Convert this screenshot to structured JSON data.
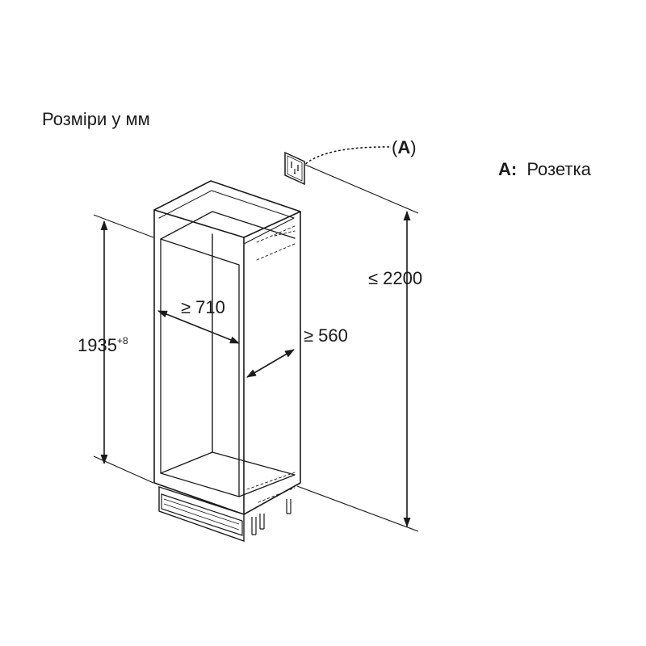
{
  "title": "Розміри у мм",
  "callout": {
    "marker_open": "(",
    "marker_letter": "A",
    "marker_close": ")"
  },
  "legend": {
    "key": "A:",
    "text": "Розетка"
  },
  "dimensions": {
    "height": "1935",
    "height_tolerance": "+8",
    "width": "≥ 710",
    "depth": "≥ 560",
    "max_height": "≤ 2200"
  },
  "icons": {
    "socket": "electrical-socket-icon"
  },
  "colors": {
    "line": "#1a1a1a",
    "background": "#ffffff"
  }
}
